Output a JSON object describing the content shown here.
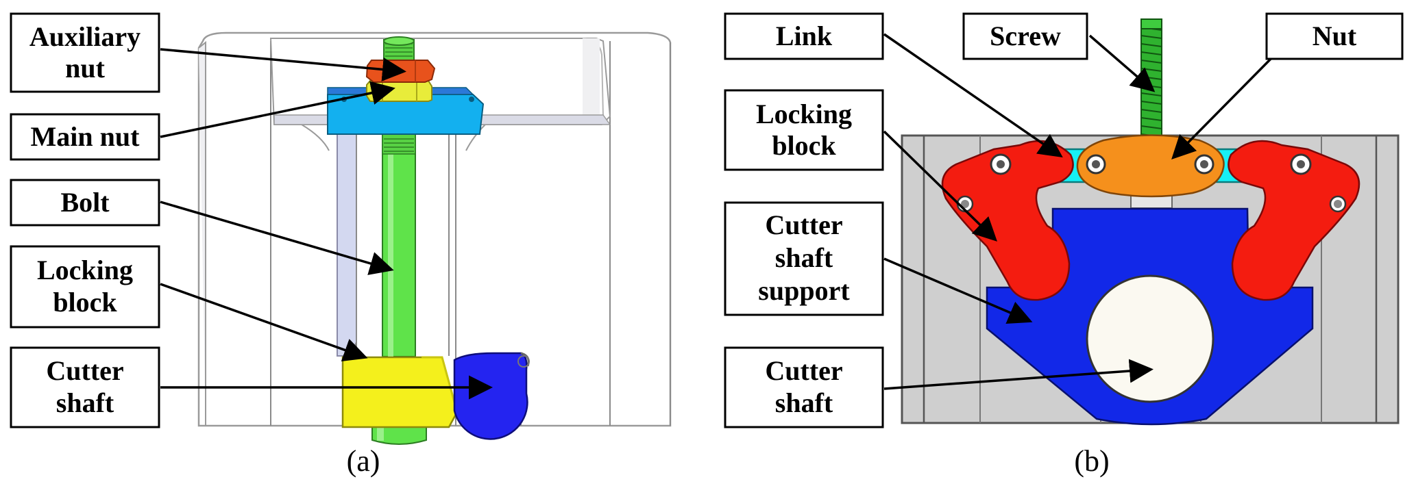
{
  "panels": [
    {
      "caption": "(a)",
      "labels": [
        {
          "lines": [
            "Auxiliary",
            "nut"
          ]
        },
        {
          "lines": [
            "Main nut"
          ]
        },
        {
          "lines": [
            "Bolt"
          ]
        },
        {
          "lines": [
            "Locking",
            "block"
          ]
        },
        {
          "lines": [
            "Cutter",
            "shaft"
          ]
        }
      ]
    },
    {
      "caption": "(b)",
      "labels": [
        {
          "lines": [
            "Link"
          ]
        },
        {
          "lines": [
            "Screw"
          ]
        },
        {
          "lines": [
            "Nut"
          ]
        },
        {
          "lines": [
            "Locking",
            "block"
          ]
        },
        {
          "lines": [
            "Cutter",
            "shaft",
            "support"
          ]
        },
        {
          "lines": [
            "Cutter",
            "shaft"
          ]
        }
      ]
    }
  ],
  "colors": {
    "auxiliary_nut": "#e8521c",
    "main_nut": "#e8ec3a",
    "washer_plate": "#13b0ef",
    "bolt": "#5fe34a",
    "locking_block_a": "#f4f01c",
    "cutter_shaft_a": "#2424f0",
    "link": "#16f0f4",
    "screw": "#2fb22f",
    "nut_b": "#f5901c",
    "locking_block_b": "#f41c10",
    "cutter_shaft_support": "#1228e8",
    "cutter_shaft_b": "#fbf9f1",
    "frame_b": "#cfcfcf",
    "housing_a": "#ffffff"
  }
}
